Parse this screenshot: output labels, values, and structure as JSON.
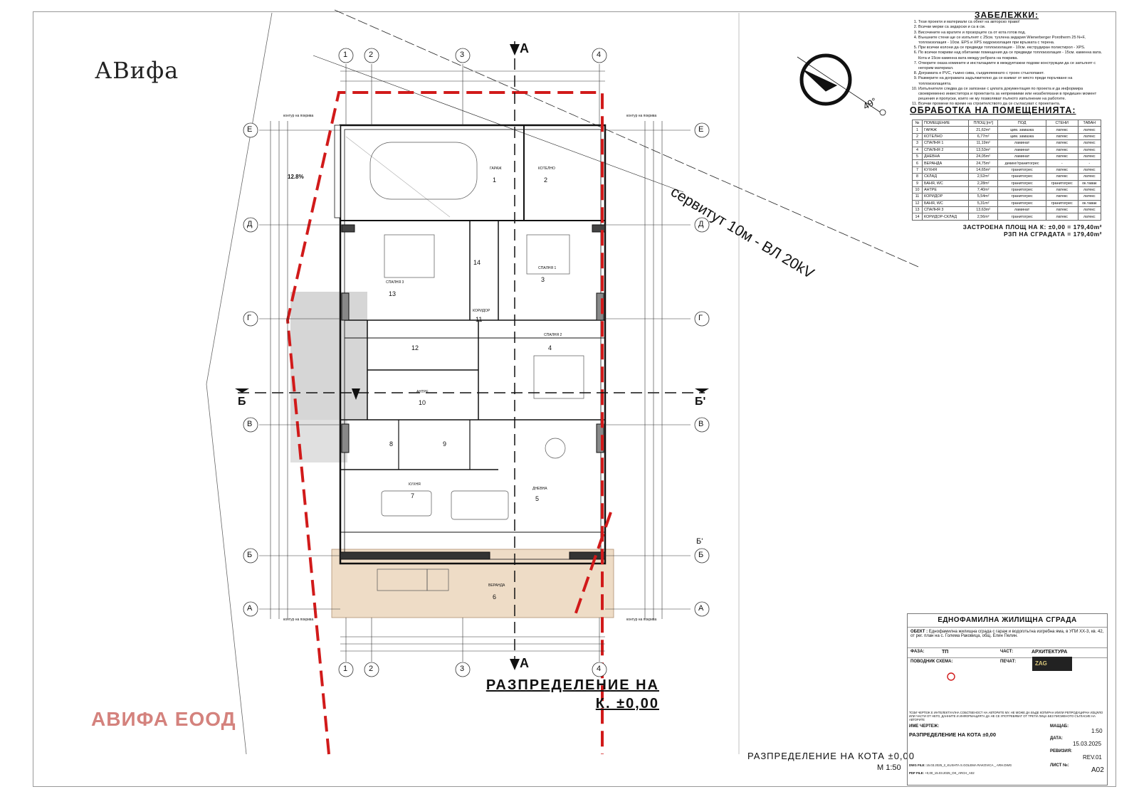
{
  "logo": {
    "text": "АВифа"
  },
  "company": "АВИФА ЕООД",
  "servitude_label": "сервитут 10м - ВЛ 20kV",
  "compass": {
    "angle_label": "49°"
  },
  "axis_labels": {
    "columns": [
      "1",
      "2",
      "3",
      "4"
    ],
    "rows": [
      "Е",
      "Д",
      "Г",
      "В",
      "Б",
      "А"
    ],
    "right_extra": "Б'"
  },
  "section_labels": {
    "a": "А",
    "b": "Б",
    "b_prime": "Б'"
  },
  "plan_texts": {
    "garage": "ГАРАЖ",
    "boiler": "КОТЕЛНО",
    "bedroom1": "СПАЛНЯ 1",
    "bedroom2": "СПАЛНЯ 2",
    "bedroom3": "СПАЛНЯ 3",
    "living": "ДНЕВНА",
    "kitchen": "КУХНЯ",
    "veranda": "ВЕРАНДА",
    "entrance": "АНТРЕ",
    "corridor": "КОРИДОР",
    "slope": "12.8%",
    "contact1": "контур на покрива",
    "contact2": "контур на покрива",
    "contact3": "контур на покрива",
    "contact4": "контур на покрива"
  },
  "room_numbers": [
    "1",
    "2",
    "3",
    "4",
    "5",
    "6",
    "7",
    "8",
    "9",
    "10",
    "11",
    "12",
    "13",
    "14"
  ],
  "main_title": {
    "line1": "РАЗПРЕДЕЛЕНИЕ НА",
    "line2": "К. ±0,00"
  },
  "bottom_title": "РАЗПРЕДЕЛЕНИЕ НА КОТА ±0,00",
  "bottom_scale": "М 1:50",
  "notes": {
    "title": "ЗАБЕЛЕЖКИ:",
    "items": [
      "Тези проекти и материали са обект на авторско право!",
      "Всички мерки са зидарски и са в см.",
      "Височините на вратите и прозорците са от кота готов под.",
      "Външните стени ще се изпълнят с 25см. тухлена зидария Wienerberger Porotherm 25 N+F, топлоизолация - 10см. EPS и XPS хидроизолация при връзката с терена.",
      "При всички колони да се предвиди топлоизолация - 10см. екструдиран полистирол - XPS.",
      "По всички покриви над обитаеми помещения да се предвиди топлоизолация - 15см. каменна вата. Кота и 15см каменна вата между ребрата на покрива.",
      "Отворите оказа комините и инсталациите в междуетажни подови конструкции да се запълнят с негорим материал.",
      "Дограмата е PVC, тъмно сива, съединяемнато с троен стъклопакет.",
      "Размерите на дограмата задължително да се взимат от място преди поръчване на топлоизолацията.",
      "Изпълнителя следва да се запознае с цялата документация по проекта и да информира своевременно инвеститора и проектанта за непремиими или незабелязани в предишен момент решения и пропуски, които не му позволяват пълното изпълнение на работите.",
      "Всички промени по време на строителството да се съгласуват с проектанта."
    ]
  },
  "rooms_title": "ОБРАБОТКА НА ПОМЕЩЕНИЯТА:",
  "rooms_table": {
    "headers": [
      "№",
      "ПОМЕЩЕНИЕ",
      "ПЛОЩ [m²]",
      "ПОД",
      "СТЕНИ",
      "ТАВАН"
    ],
    "rows": [
      [
        "1",
        "ГАРАЖ",
        "21,62m²",
        "цим. замазка",
        "латекс",
        "латекс"
      ],
      [
        "2",
        "КОТЕЛНО",
        "6,77m²",
        "цим. замазка",
        "латекс",
        "латекс"
      ],
      [
        "3",
        "СПАЛНЯ 1",
        "11,19m²",
        "ламинат",
        "латекс",
        "латекс"
      ],
      [
        "4",
        "СПАЛНЯ 2",
        "13,53m²",
        "ламинат",
        "латекс",
        "латекс"
      ],
      [
        "5",
        "ДНЕВНА",
        "24,05m²",
        "ламинат",
        "латекс",
        "латекс"
      ],
      [
        "6",
        "ВЕРАНДА",
        "24,75m²",
        "декинг/гранитогрес",
        "-",
        "-"
      ],
      [
        "7",
        "КУХНЯ",
        "14,65m²",
        "гранитогрес",
        "латекс",
        "латекс"
      ],
      [
        "8",
        "СКЛАД",
        "2,52m²",
        "гранитогрес",
        "латекс",
        "латекс"
      ],
      [
        "9",
        "БАНЯ, WC",
        "2,28m²",
        "гранитогрес",
        "гранитогрес",
        "ок.тавак"
      ],
      [
        "10",
        "АНТРЕ",
        "7,40m²",
        "гранитогрес",
        "латекс",
        "латекс"
      ],
      [
        "11",
        "КОРИДОР",
        "5,54m²",
        "гранитогрес",
        "латекс",
        "латекс"
      ],
      [
        "12",
        "БАНЯ, WC",
        "5,31m²",
        "гранитогрес",
        "гранитогрес",
        "ок.тавак"
      ],
      [
        "13",
        "СПАЛНЯ 3",
        "13,63m²",
        "ламинат",
        "латекс",
        "латекс"
      ],
      [
        "14",
        "КОРИДОР-СКЛАД",
        "2,56m²",
        "гранитогрес",
        "латекс",
        "латекс"
      ]
    ]
  },
  "area_summary": {
    "built": "ЗАСТРОЕНА ПЛОЩ НА К: ±0,00 = 179,40m²",
    "rzp": "РЗП НА СГРАДАТА = 179,40m²"
  },
  "title_block": {
    "building": "ЕДНОФАМИЛНА ЖИЛИЩНА СГРАДА",
    "object_label": "ОБЕКТ :",
    "object_text": "Еднофамилна жилищна сграда с гараж и водоплътна изгребна яма, в УПИ XX-3, кв. 42, от рег. план на с. Голема Раковица, общ. Елин Пелин.",
    "phase_label": "ФАЗА:",
    "phase": "ТП",
    "part_label": "ЧАСТ:",
    "part": "АРХИТЕКТУРА",
    "stage_label": "ПОВОДНИК СХЕМА:",
    "stamp_label": "ПЕЧАТ:",
    "stamp_text": "ZAG",
    "copyright": "ТОЗИ ЧЕРТЕЖ Е ИНТЕЛЕКТУАЛНА СОБСТВЕНОСТ НА АВТОРИТЕ МУ, НЕ МОЖЕ ДА БЪДЕ КОПИРАН И/ИЛИ РЕПРОДУЦИРАН ИЗЦЯЛО ИЛИ ЧАСТИ ОТ НЕГО, ДАННИТЕ И ИНФОРМАЦИЯТА ДА НЕ СЕ УПОТРЕБЯВАТ ОТ ТРЕТИ ЛИЦА БЕЗ ПИСМЕНОТО СЪГЛАСИЕ НА АВТОРИТЕ",
    "drawing_label": "ИМЕ ЧЕРТЕЖ:",
    "drawing": "РАЗПРЕДЕЛЕНИЕ НА КОТА ±0,00",
    "scale_label": "МАЩАБ:",
    "scale": "1:50",
    "date_label": "ДАТА:",
    "date": "15.03.2025",
    "revision_label": "РЕВИЗИЯ:",
    "revision": "REV.01",
    "sheet_label": "ЛИСТ №:",
    "sheet": "A02",
    "dwg_label": "DWG FILE:",
    "dwg": "15.03.2025_2_KUSHTA S.GOLEMA RAKOVICA _ ARH.DWG",
    "pdf_label": "PDF FILE:",
    "pdf": "+0,00_15.03.2025_OK_ARCH_A02"
  },
  "colors": {
    "accent_red": "#d11a1a",
    "veranda_fill": "#eedcc6",
    "stair_fill": "#c8c8c8",
    "company_pink": "#d4827d"
  }
}
